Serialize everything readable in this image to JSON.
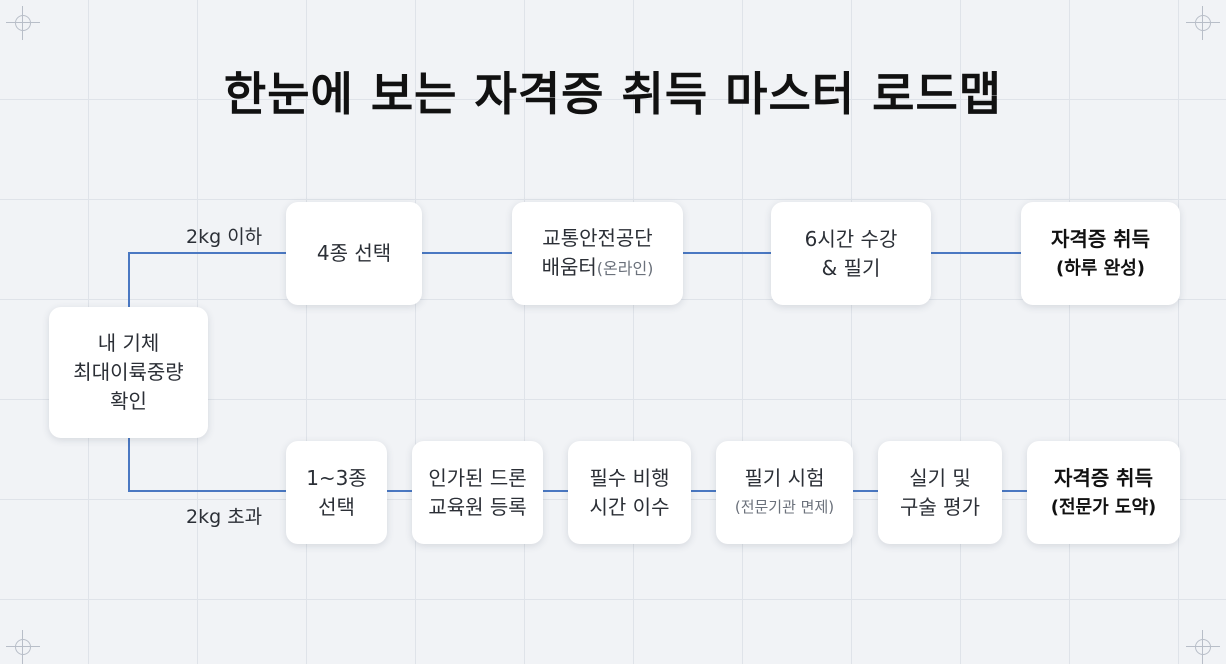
{
  "title": "한눈에 보는 자격증 취득 마스터 로드맵",
  "start": {
    "lines": [
      "내 기체",
      "최대이륙중량",
      "확인"
    ]
  },
  "branches": {
    "upper": {
      "label": "2kg 이하",
      "steps": [
        {
          "line1": "4종 선택"
        },
        {
          "line1": "교통안전공단",
          "line2": "배움터",
          "line2_note": "(온라인)"
        },
        {
          "line1": "6시간 수강",
          "line2": "& 필기"
        },
        {
          "line1": "자격증 취득",
          "line2": "(하루 완성)"
        }
      ]
    },
    "lower": {
      "label": "2kg 초과",
      "steps": [
        {
          "line1": "1~3종",
          "line2": "선택"
        },
        {
          "line1": "인가된 드론",
          "line2": "교육원 등록"
        },
        {
          "line1": "필수 비행",
          "line2": "시간 이수"
        },
        {
          "line1": "필기 시험",
          "line2_note": "(전문기관 면제)"
        },
        {
          "line1": "실기 및",
          "line2": "구술 평가"
        },
        {
          "line1": "자격증 취득",
          "line2": "(전문가 도약)"
        }
      ]
    }
  },
  "colors": {
    "connector": "#4a78c2",
    "background": "#f1f3f6",
    "card": "#ffffff"
  }
}
